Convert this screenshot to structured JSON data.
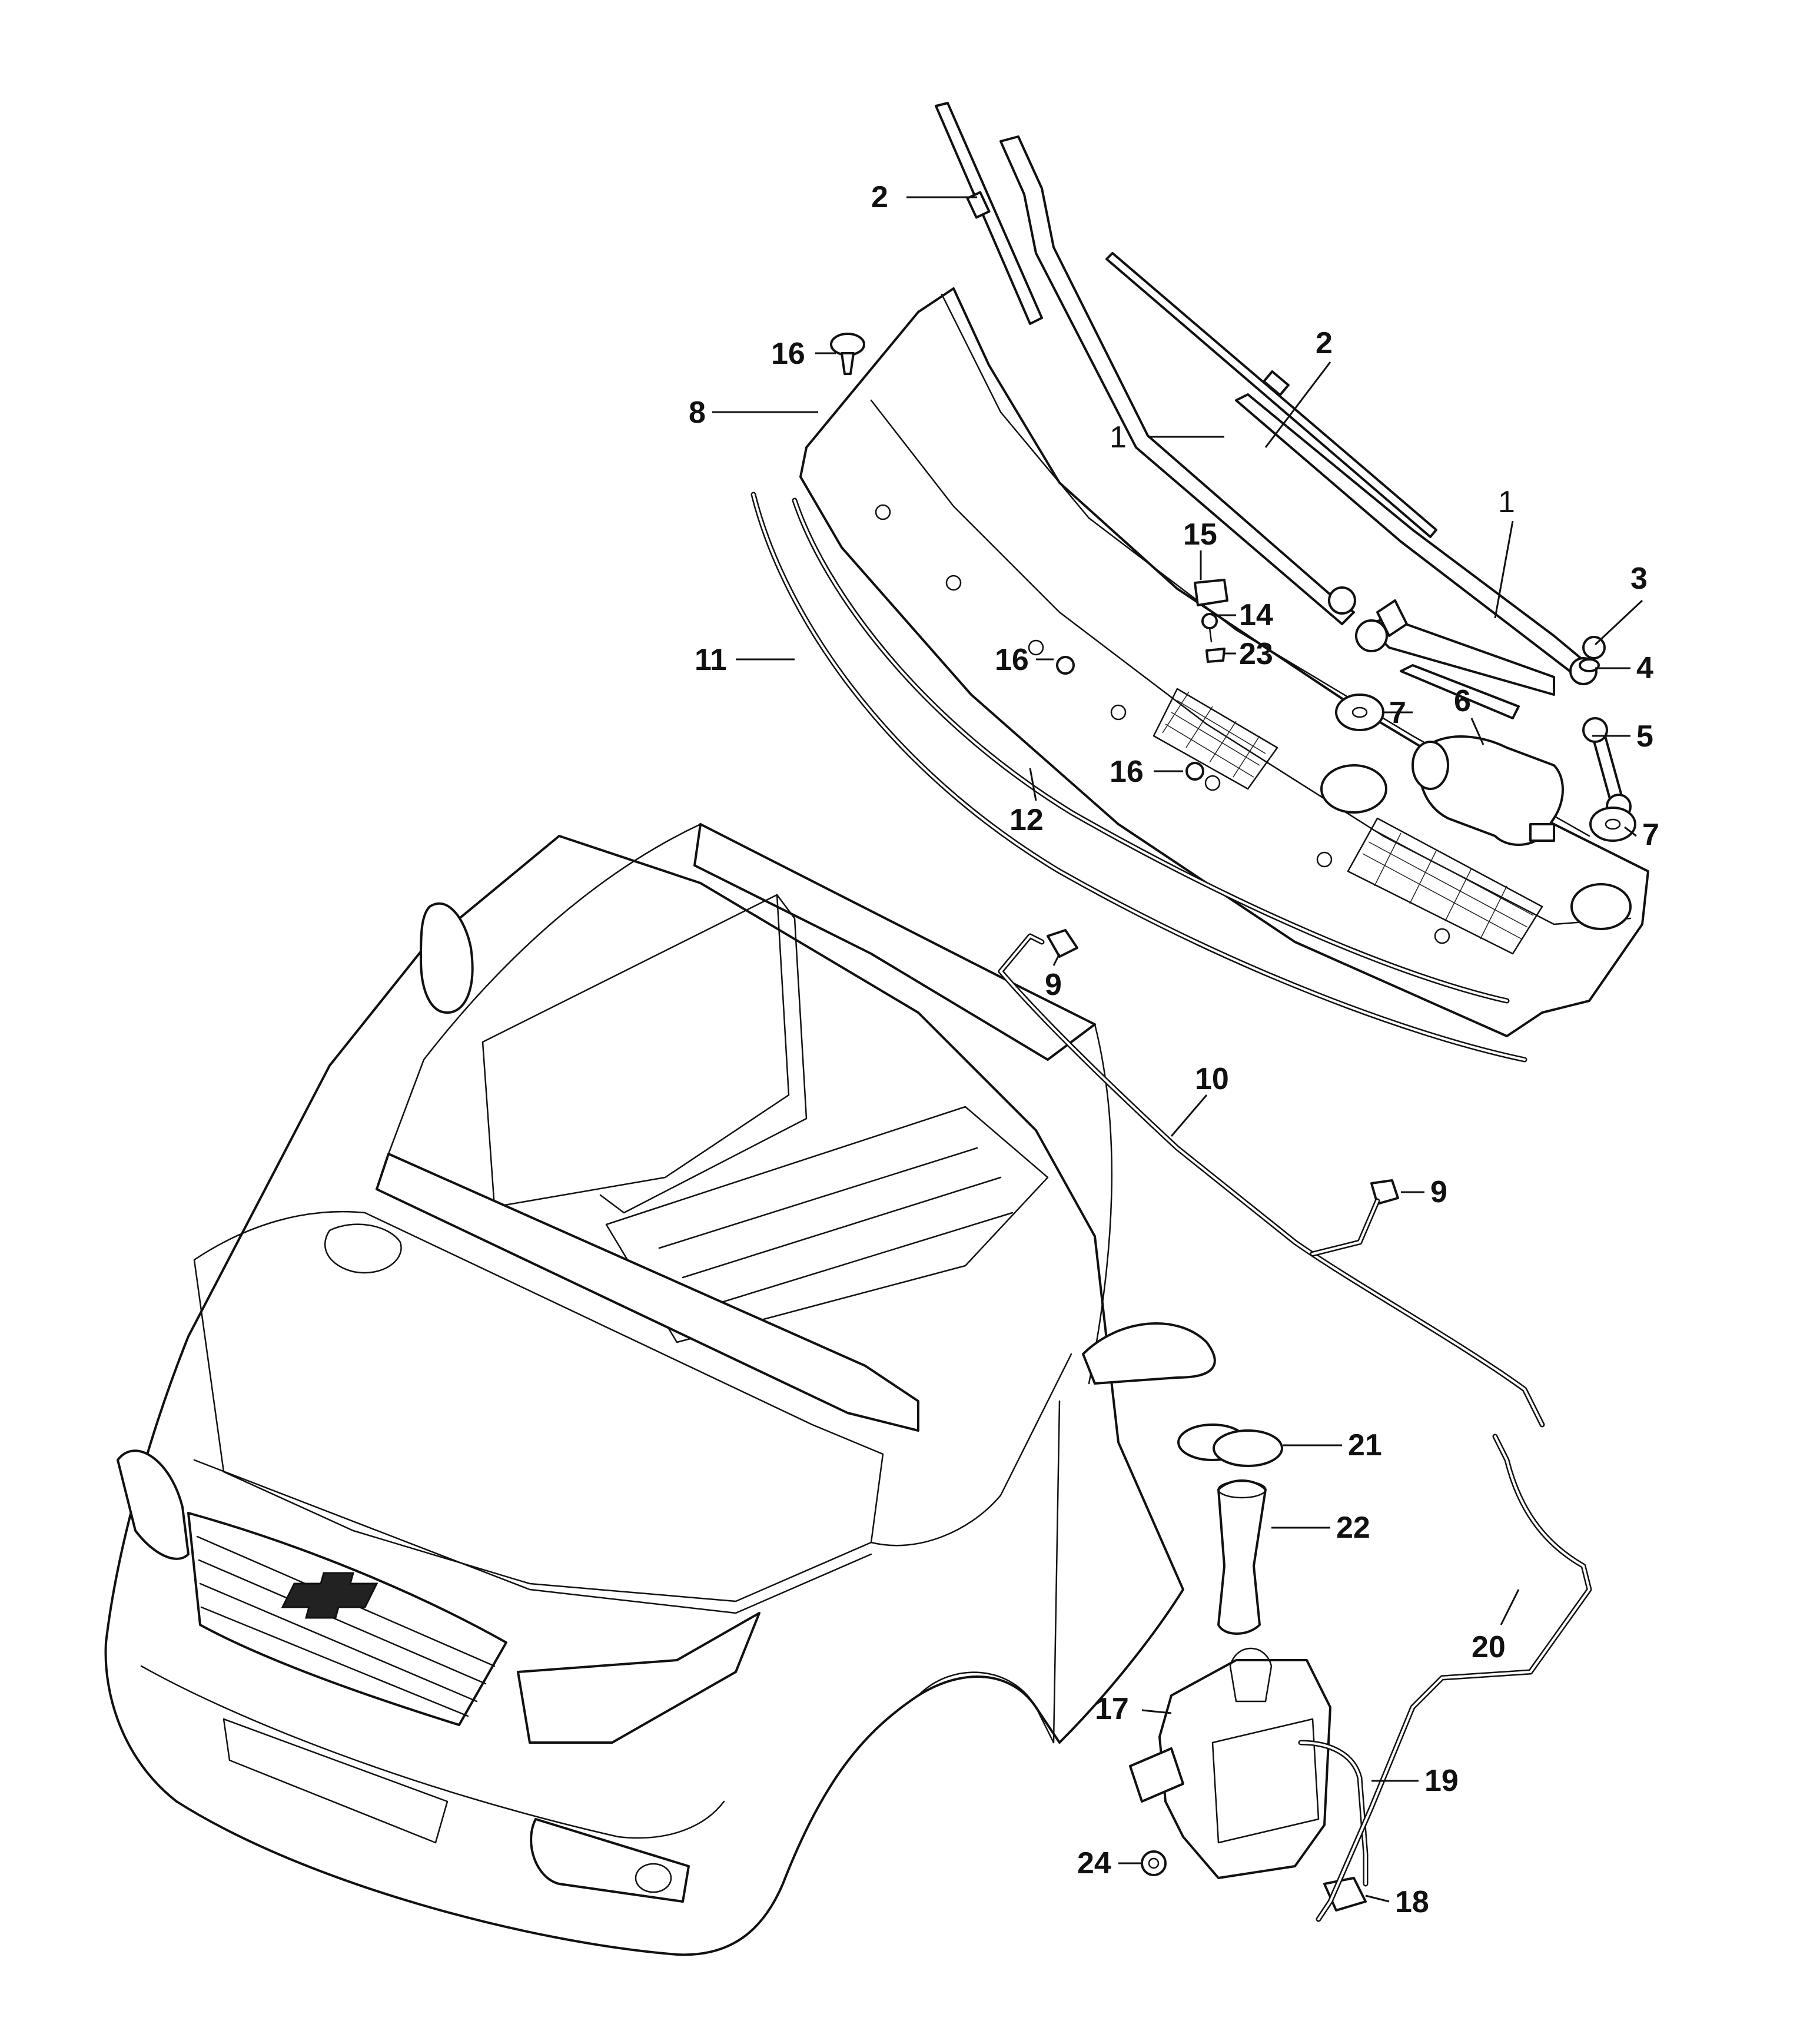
{
  "callouts": [
    {
      "id": "c-1a",
      "number": "1",
      "style": "light"
    },
    {
      "id": "c-1b",
      "number": "1",
      "style": "light"
    },
    {
      "id": "c-2a",
      "number": "2",
      "style": "bold"
    },
    {
      "id": "c-2b",
      "number": "2",
      "style": "bold"
    },
    {
      "id": "c-3",
      "number": "3",
      "style": "bold"
    },
    {
      "id": "c-4",
      "number": "4",
      "style": "bold"
    },
    {
      "id": "c-5",
      "number": "5",
      "style": "bold"
    },
    {
      "id": "c-6",
      "number": "6",
      "style": "bold"
    },
    {
      "id": "c-7a",
      "number": "7",
      "style": "bold"
    },
    {
      "id": "c-7b",
      "number": "7",
      "style": "bold"
    },
    {
      "id": "c-8",
      "number": "8",
      "style": "bold"
    },
    {
      "id": "c-9a",
      "number": "9",
      "style": "bold"
    },
    {
      "id": "c-9b",
      "number": "9",
      "style": "bold"
    },
    {
      "id": "c-10",
      "number": "10",
      "style": "bold"
    },
    {
      "id": "c-11",
      "number": "11",
      "style": "bold"
    },
    {
      "id": "c-12",
      "number": "12",
      "style": "bold"
    },
    {
      "id": "c-14",
      "number": "14",
      "style": "bold"
    },
    {
      "id": "c-15",
      "number": "15",
      "style": "bold"
    },
    {
      "id": "c-16a",
      "number": "16",
      "style": "bold"
    },
    {
      "id": "c-16b",
      "number": "16",
      "style": "bold"
    },
    {
      "id": "c-16c",
      "number": "16",
      "style": "bold"
    },
    {
      "id": "c-17",
      "number": "17",
      "style": "bold"
    },
    {
      "id": "c-18",
      "number": "18",
      "style": "bold"
    },
    {
      "id": "c-19",
      "number": "19",
      "style": "bold"
    },
    {
      "id": "c-20",
      "number": "20",
      "style": "bold"
    },
    {
      "id": "c-21",
      "number": "21",
      "style": "bold"
    },
    {
      "id": "c-22",
      "number": "22",
      "style": "bold"
    },
    {
      "id": "c-23",
      "number": "23",
      "style": "bold"
    },
    {
      "id": "c-24",
      "number": "24",
      "style": "bold"
    }
  ],
  "components": [
    {
      "id": "wiper-arm",
      "callouts": [
        "1"
      ]
    },
    {
      "id": "wiper-blade",
      "callouts": [
        "2"
      ]
    },
    {
      "id": "pivot-nut",
      "callouts": [
        "3"
      ]
    },
    {
      "id": "pivot-washer",
      "callouts": [
        "4"
      ]
    },
    {
      "id": "wiper-linkage",
      "callouts": [
        "5"
      ]
    },
    {
      "id": "wiper-motor",
      "callouts": [
        "6"
      ]
    },
    {
      "id": "grommet",
      "callouts": [
        "7"
      ]
    },
    {
      "id": "cowl-panel",
      "callouts": [
        "8"
      ]
    },
    {
      "id": "washer-nozzle",
      "callouts": [
        "9"
      ]
    },
    {
      "id": "washer-hose-upper",
      "callouts": [
        "10"
      ]
    },
    {
      "id": "cowl-seal-outer",
      "callouts": [
        "11"
      ]
    },
    {
      "id": "cowl-seal-inner",
      "callouts": [
        "12"
      ]
    },
    {
      "id": "bolt",
      "callouts": [
        "14"
      ]
    },
    {
      "id": "cap",
      "callouts": [
        "15"
      ]
    },
    {
      "id": "push-clip",
      "callouts": [
        "16"
      ]
    },
    {
      "id": "washer-reservoir",
      "callouts": [
        "17"
      ]
    },
    {
      "id": "washer-pump",
      "callouts": [
        "18"
      ]
    },
    {
      "id": "washer-hose-pump",
      "callouts": [
        "19"
      ]
    },
    {
      "id": "washer-hose-lower",
      "callouts": [
        "20"
      ]
    },
    {
      "id": "seal-rings",
      "callouts": [
        "21"
      ]
    },
    {
      "id": "filler-neck",
      "callouts": [
        "22"
      ]
    },
    {
      "id": "clip-23",
      "callouts": [
        "23"
      ]
    },
    {
      "id": "nut-24",
      "callouts": [
        "24"
      ]
    }
  ]
}
